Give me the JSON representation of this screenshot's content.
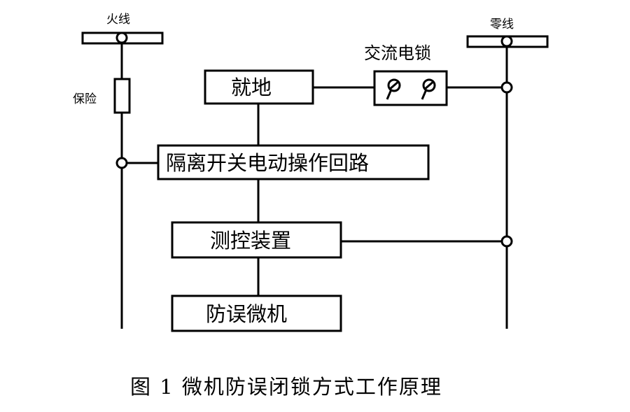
{
  "labels": {
    "live_wire": "火线",
    "neutral_wire": "零线",
    "fuse": "保险",
    "ac_lock": "交流电锁"
  },
  "boxes": {
    "local": "就地",
    "isolator_circuit": "隔离开关电动操作回路",
    "measure_control": "测控装置",
    "anti_misop_pc": "防误微机"
  },
  "caption": "图 1  微机防误闭锁方式工作原理"
}
